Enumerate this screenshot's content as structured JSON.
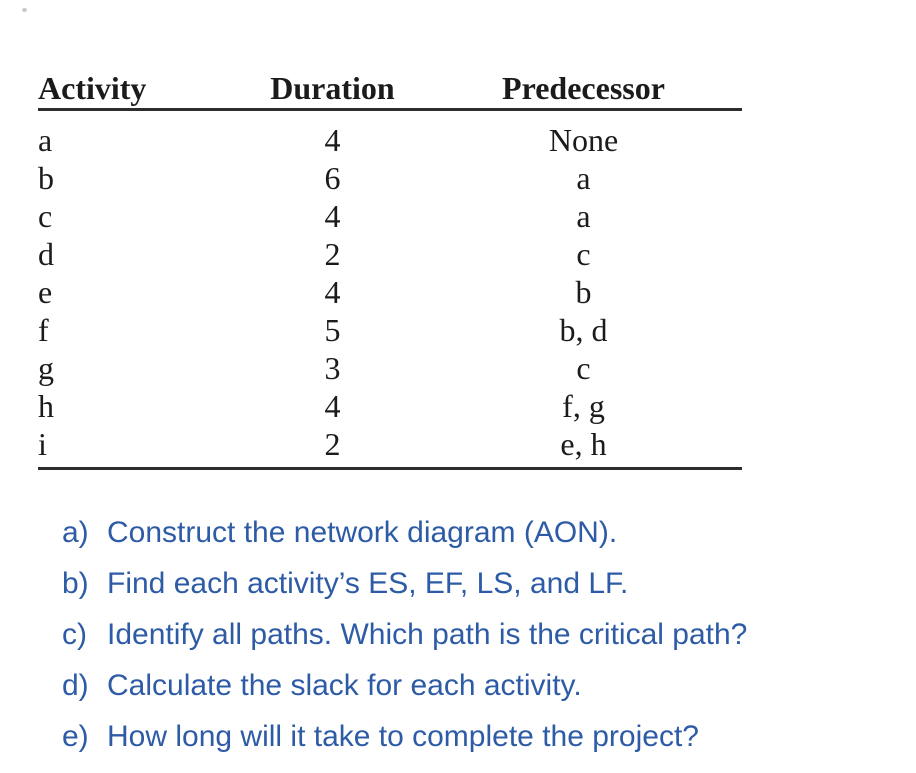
{
  "table": {
    "headers": [
      "Activity",
      "Duration",
      "Predecessor"
    ],
    "rows": [
      {
        "activity": "a",
        "duration": "4",
        "predecessor": "None"
      },
      {
        "activity": "b",
        "duration": "6",
        "predecessor": "a"
      },
      {
        "activity": "c",
        "duration": "4",
        "predecessor": "a"
      },
      {
        "activity": "d",
        "duration": "2",
        "predecessor": "c"
      },
      {
        "activity": "e",
        "duration": "4",
        "predecessor": "b"
      },
      {
        "activity": "f",
        "duration": "5",
        "predecessor": "b, d"
      },
      {
        "activity": "g",
        "duration": "3",
        "predecessor": "c"
      },
      {
        "activity": "h",
        "duration": "4",
        "predecessor": "f, g"
      },
      {
        "activity": "i",
        "duration": "2",
        "predecessor": "e, h"
      }
    ]
  },
  "questions": [
    {
      "label": "a)",
      "text": "Construct the network diagram (AON)."
    },
    {
      "label": "b)",
      "text": "Find each activity’s ES, EF, LS, and LF."
    },
    {
      "label": "c)",
      "text": "Identify all paths. Which path is the critical path?"
    },
    {
      "label": "d)",
      "text": "Calculate the slack for each activity."
    },
    {
      "label": "e)",
      "text": "How long will it take to complete the project?"
    }
  ],
  "colors": {
    "question_text": "#2d5ba6",
    "table_text": "#1b1b1b",
    "rule": "#2d2d2d"
  }
}
